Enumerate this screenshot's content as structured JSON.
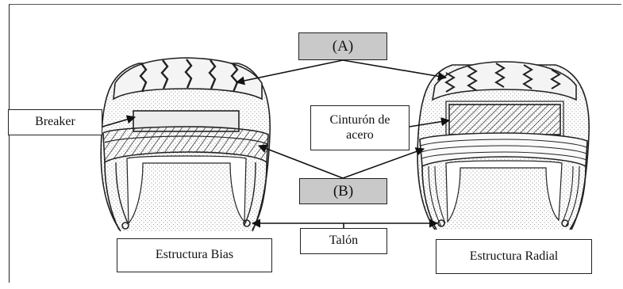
{
  "labels": {
    "a": "(A)",
    "b": "(B)",
    "breaker": "Breaker",
    "cinturon": "Cinturón de acero",
    "talon": "Talón",
    "bias": "Estructura Bias",
    "radial": "Estructura Radial"
  },
  "colors": {
    "line": "#222222",
    "label_fill_grey": "#c9c9c9",
    "background": "#ffffff"
  }
}
